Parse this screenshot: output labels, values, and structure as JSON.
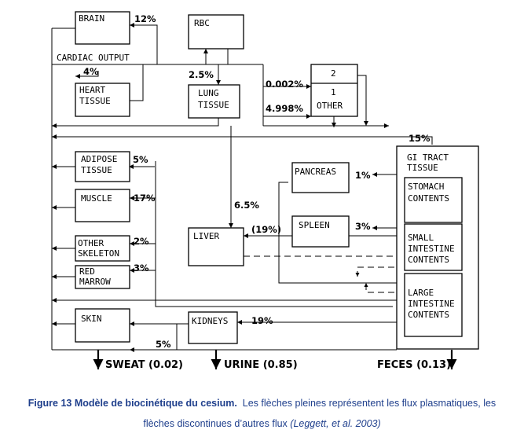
{
  "nodes": {
    "brain": "BRAIN",
    "rbc": "RBC",
    "heart_1": "HEART",
    "heart_2": "TISSUE",
    "lung_1": "LUNG",
    "lung_2": "TISSUE",
    "other_top": "2",
    "other_mid": "1",
    "other_bot": "OTHER",
    "adipose_1": "ADIPOSE",
    "adipose_2": "TISSUE",
    "muscle": "MUSCLE",
    "other_skel_1": "OTHER",
    "other_skel_2": "SKELETON",
    "marrow_1": "RED",
    "marrow_2": "MARROW",
    "skin": "SKIN",
    "liver": "LIVER",
    "pancreas": "PANCREAS",
    "spleen": "SPLEEN",
    "kidneys": "KIDNEYS",
    "gi_1": "GI TRACT",
    "gi_2": "TISSUE",
    "stomach_1": "STOMACH",
    "stomach_2": "CONTENTS",
    "small_1": "SMALL",
    "small_2": "INTESTINE",
    "small_3": "CONTENTS",
    "large_1": "LARGE",
    "large_2": "INTESTINE",
    "large_3": "CONTENTS",
    "cardiac_output": "CARDIAC OUTPUT"
  },
  "percentages": {
    "brain": "12%",
    "heart": "4%",
    "lung": "2.5%",
    "other_a": "0.002%",
    "other_b": "4.998%",
    "gi": "15%",
    "adipose": "5%",
    "muscle": "17%",
    "other_skeleton": "2%",
    "red_marrow": "3%",
    "skin": "5%",
    "liver": "6.5%",
    "liver_paren": "(19%)",
    "pancreas": "1%",
    "spleen": "3%",
    "kidneys": "19%"
  },
  "outputs": {
    "sweat": "SWEAT (0.02)",
    "urine": "URINE (0.85)",
    "feces": "FECES (0.13)"
  },
  "caption": {
    "bold": "Figure 13 Modèle de biocinétique du cesium.",
    "line1_rest": "Les flèches pleines représentent les flux plasmatiques, les",
    "line2_start": "flèches discontinues d’autres flux",
    "citation": "(Leggett, et al. 2003)"
  }
}
